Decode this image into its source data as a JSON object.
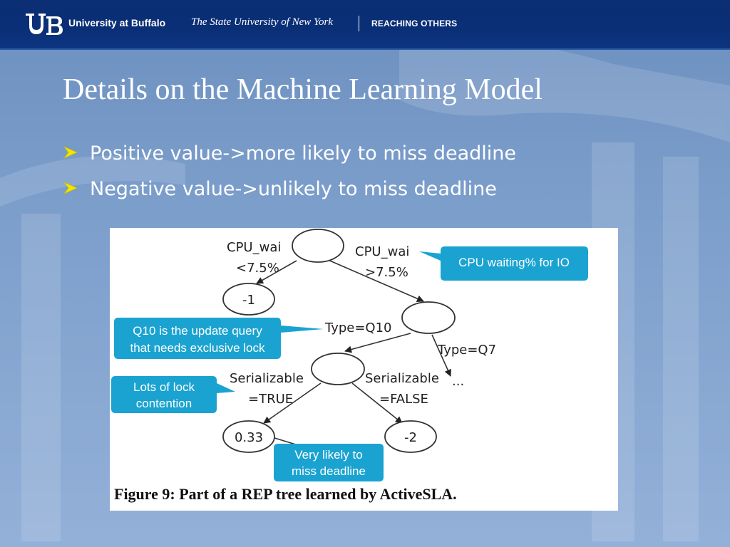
{
  "header": {
    "university": "University at Buffalo",
    "subtitle": "The State University of New York",
    "tagline": "REACHING OTHERS"
  },
  "slide": {
    "title": "Details on the Machine Learning Model",
    "bullets": [
      "Positive value->more likely to miss deadline",
      "Negative value->unlikely to miss deadline"
    ]
  },
  "figure": {
    "caption": "Figure 9: Part of a REP tree learned by ActiveSLA.",
    "nodes": {
      "leaf_left": "-1",
      "leaf_true": "0.33",
      "leaf_false": "-2",
      "ellipsis": "..."
    },
    "edges": {
      "cpu_wait_left": "CPU_wai",
      "cpu_wait_left_cond": "<7.5%",
      "cpu_wait_right": "CPU_wai",
      "cpu_wait_right_cond": ">7.5%",
      "type_q10": "Type=Q10",
      "type_q7": "Type=Q7",
      "serializable_true": "Serializable",
      "serializable_true_cond": "=TRUE",
      "serializable_false": "Serializable",
      "serializable_false_cond": "=FALSE"
    },
    "callouts": {
      "cpu_io": "CPU waiting% for IO",
      "q10_line1": "Q10 is the update query",
      "q10_line2": "that needs exclusive lock",
      "lock_line1": "Lots of lock",
      "lock_line2": "contention",
      "deadline_line1": "Very likely to",
      "deadline_line2": "miss deadline"
    }
  },
  "colors": {
    "header_bg": "#0a2f76",
    "bullet_arrow": "#f2e600",
    "callout_bg": "#1aa3d1"
  }
}
